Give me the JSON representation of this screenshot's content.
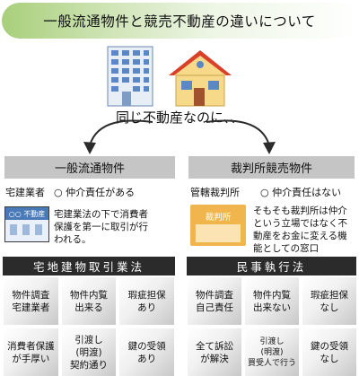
{
  "title": "一般流通物件と競売不動産の違いについて",
  "subtitle": "同じ不動産なのに、、",
  "left": {
    "header": "一般流通物件",
    "role": "宅建業者",
    "responsibility": "○ 仲介責任がある",
    "sign_label": "○○ 不動産",
    "description": "宅建業法の下で消費者\n保護を第一に取引が行\nわれる。",
    "law": "宅地建物取引業法",
    "cells": [
      "物件調査\n宅建業者",
      "物件内覧\n出来る",
      "瑕疵担保\nあり",
      "消費者保護\nが手厚い",
      "引渡し\n(明渡)\n契約通り",
      "鍵の受領\nあり"
    ]
  },
  "right": {
    "header": "裁判所競売物件",
    "role": "管轄裁判所",
    "responsibility": "○ 仲介責任はない",
    "sign_label": "裁判所",
    "description": "そもそも裁判所は仲介\nという立場ではなく不\n動産をお金に変える機\n能としての窓口",
    "law": "民事執行法",
    "cells": [
      "物件調査\n自己責任",
      "物件内覧\n出来ない",
      "瑕疵担保\nなし",
      "全て訴訟\nが解決",
      "引渡し\n(明渡)\n買受人で行う",
      "鍵の受領\nなし"
    ]
  },
  "colors": {
    "title_banner": "#a8cf7a",
    "header_gray": "#c5c5c5",
    "law_bar": "#2b2b2b",
    "arrow": "#2b2b2b",
    "building_blue": "#5b87c5",
    "roof_red": "#d8402a",
    "court_sign": "#f0b64d"
  },
  "icons": [
    "building-icon",
    "house-icon",
    "curved-arrow-left",
    "curved-arrow-right"
  ]
}
